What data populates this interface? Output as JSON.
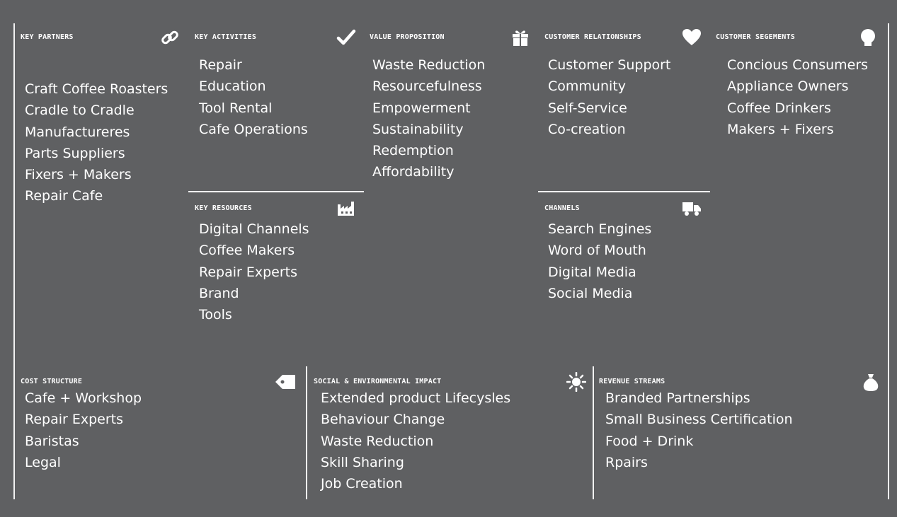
{
  "colors": {
    "background": "#5f6062",
    "lines": "#f2f2f2",
    "text": "#ffffff"
  },
  "key_partners": {
    "title": "KEY PARTNERS",
    "icon": "link-icon",
    "items": [
      "Craft Coffee Roasters",
      "Cradle to Cradle",
      "Manufactureres",
      "Parts Suppliers",
      "Fixers + Makers",
      "Repair Cafe"
    ]
  },
  "key_activities": {
    "title": "KEY ACTIVITIES",
    "icon": "checkmark-icon",
    "items": [
      "Repair",
      "Education",
      "Tool Rental",
      "Cafe Operations"
    ]
  },
  "key_resources": {
    "title": "KEY RESOURCES",
    "icon": "factory-icon",
    "items": [
      "Digital Channels",
      "Coffee Makers",
      "Repair Experts",
      "Brand",
      "Tools"
    ]
  },
  "value_proposition": {
    "title": "VALUE PROPOSITION",
    "icon": "gift-icon",
    "items": [
      "Waste Reduction",
      "Resourcefulness",
      "Empowerment",
      "Sustainability",
      "Redemption",
      "Affordability"
    ]
  },
  "customer_relationships": {
    "title": "CUSTOMER RELATIONSHIPS",
    "icon": "heart-icon",
    "items": [
      "Customer Support",
      "Community",
      "Self-Service",
      "Co-creation"
    ]
  },
  "channels": {
    "title": "CHANNELS",
    "icon": "truck-icon",
    "items": [
      "Search Engines",
      "Word of Mouth",
      "Digital Media",
      "Social Media"
    ]
  },
  "customer_segments": {
    "title": "CUSTOMER SEGEMENTS",
    "icon": "user-icon",
    "items": [
      "Concious Consumers",
      "Appliance Owners",
      "Coffee Drinkers",
      "Makers + Fixers"
    ]
  },
  "cost_structure": {
    "title": "COST STRUCTURE",
    "icon": "price-tag-icon",
    "items": [
      "Cafe + Workshop",
      "Repair Experts",
      "Baristas",
      "Legal"
    ]
  },
  "social_environmental_impact": {
    "title": "SOCIAL & ENVIRONMENTAL IMPACT",
    "icon": "sun-icon",
    "items": [
      "Extended product Lifecysles",
      "Behaviour Change",
      "Waste Reduction",
      "Skill Sharing",
      "Job Creation"
    ]
  },
  "revenue_streams": {
    "title": "REVENUE STREAMS",
    "icon": "money-bag-icon",
    "items": [
      "Branded Partnerships",
      "Small Business Certification",
      "Food + Drink",
      "Rpairs"
    ]
  }
}
